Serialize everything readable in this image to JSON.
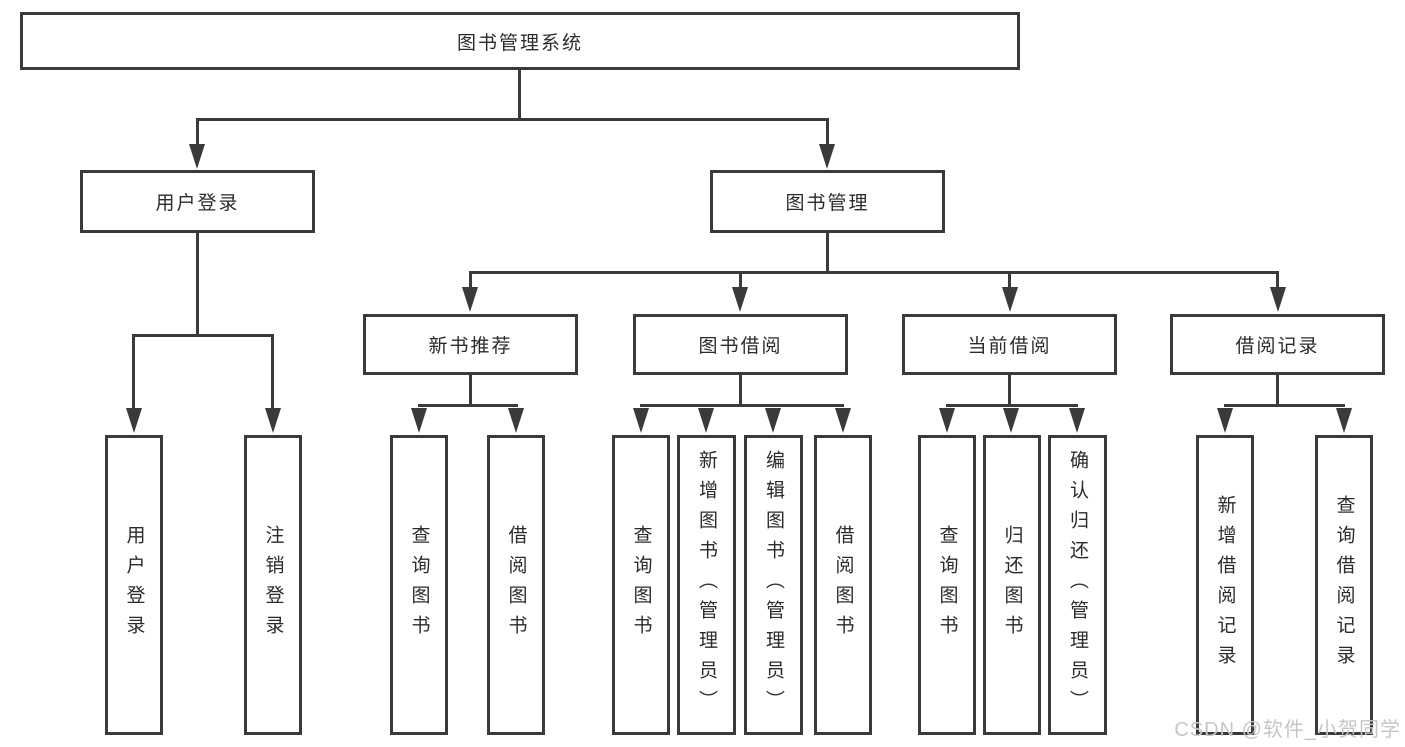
{
  "tree": {
    "label": "图书管理系统",
    "children": [
      {
        "label": "用户登录",
        "children": [
          {
            "label": "用户登录"
          },
          {
            "label": "注销登录"
          }
        ]
      },
      {
        "label": "图书管理",
        "children": [
          {
            "label": "新书推荐",
            "children": [
              {
                "label": "查询图书"
              },
              {
                "label": "借阅图书"
              }
            ]
          },
          {
            "label": "图书借阅",
            "children": [
              {
                "label": "查询图书"
              },
              {
                "label": "新增图书（管理员）"
              },
              {
                "label": "编辑图书（管理员）"
              },
              {
                "label": "借阅图书"
              }
            ]
          },
          {
            "label": "当前借阅",
            "children": [
              {
                "label": "查询图书"
              },
              {
                "label": "归还图书"
              },
              {
                "label": "确认归还（管理员）"
              }
            ]
          },
          {
            "label": "借阅记录",
            "children": [
              {
                "label": "新增借阅记录"
              },
              {
                "label": "查询借阅记录"
              }
            ]
          }
        ]
      }
    ]
  },
  "watermark": {
    "text": "CSDN @软件_小贺同学"
  },
  "colors": {
    "line": "#3a3a3c",
    "text": "#2b2b2d",
    "watermark": "#c6c6c8",
    "background": "#ffffff"
  }
}
